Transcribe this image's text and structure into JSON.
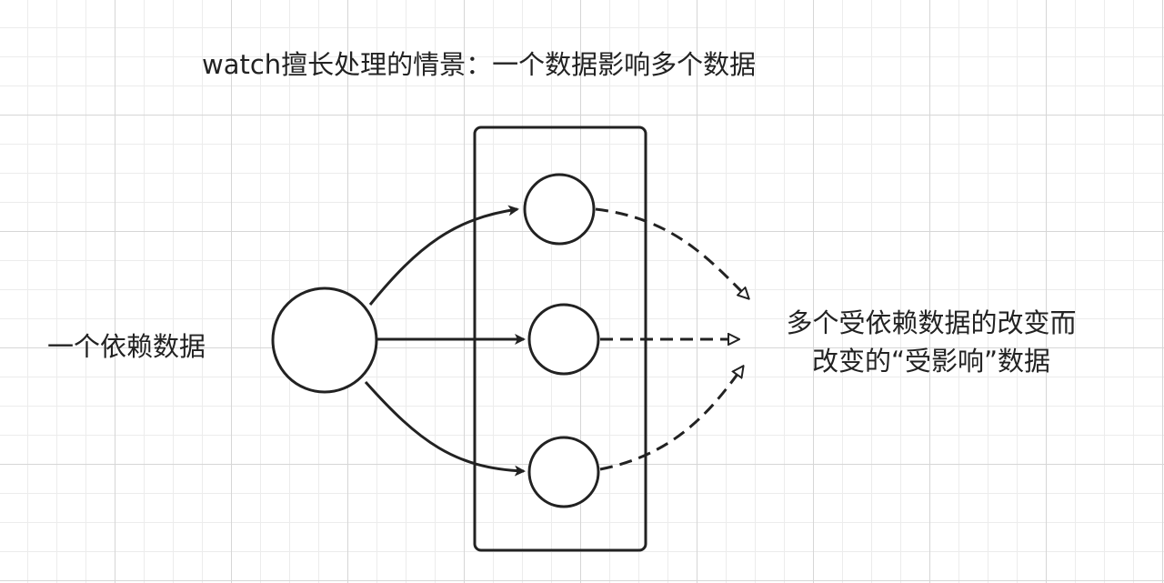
{
  "diagram": {
    "title": "watch擅长处理的情景：一个数据影响多个数据",
    "source_label": "一个依赖数据",
    "target_label": {
      "line1": "多个受依赖数据的改变而",
      "line2": "改变的“受影响”数据"
    }
  },
  "colors": {
    "stroke": "#222222",
    "grid_major": "#d6d6d6",
    "grid_minor": "#ececec",
    "background": "#ffffff"
  }
}
